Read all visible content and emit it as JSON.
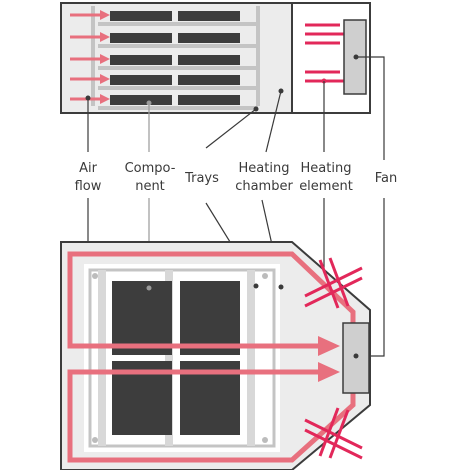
{
  "labels": {
    "air_flow": [
      "Air",
      "flow"
    ],
    "component": [
      "Compo-",
      "nent"
    ],
    "trays": "Trays",
    "heating_chamber": [
      "Heating",
      "chamber"
    ],
    "heating_element": [
      "Heating",
      "element"
    ],
    "fan": "Fan"
  },
  "colors": {
    "outline": "#3c3c3c",
    "chamber_fill": "#ececec",
    "component_fill": "#3d3d3d",
    "tray_fill": "#c4c4c4",
    "airflow": "#e8707e",
    "heater": "#e2285a",
    "fan_fill": "#cfcfcf",
    "leader": "#3a3a3a",
    "leader_light": "#9a9a9a"
  },
  "top_view": {
    "tray_count": 5,
    "components_per_tray": 2,
    "airflow_arrows": 5,
    "heater_bars": 5
  },
  "bottom_view": {
    "components_grid": [
      2,
      2
    ],
    "heater_crosses": 2,
    "airflow_loops": 2
  }
}
